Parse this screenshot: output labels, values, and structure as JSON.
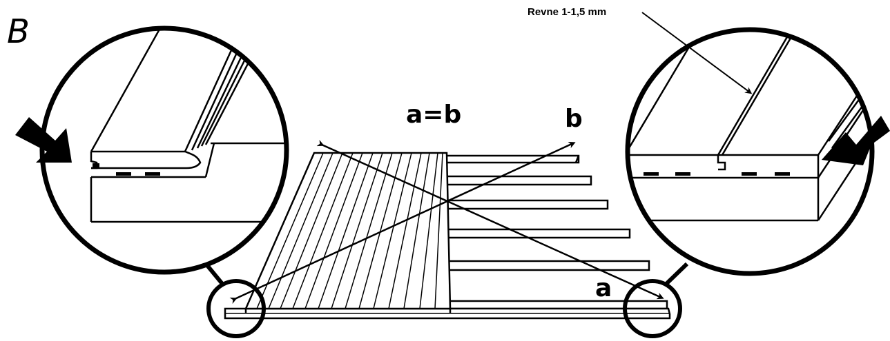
{
  "figure_label": "B",
  "gap_annotation": "Revne 1-1,5 mm",
  "equation": "a=b",
  "diagonal_a_label": "a",
  "diagonal_b_label": "b"
}
